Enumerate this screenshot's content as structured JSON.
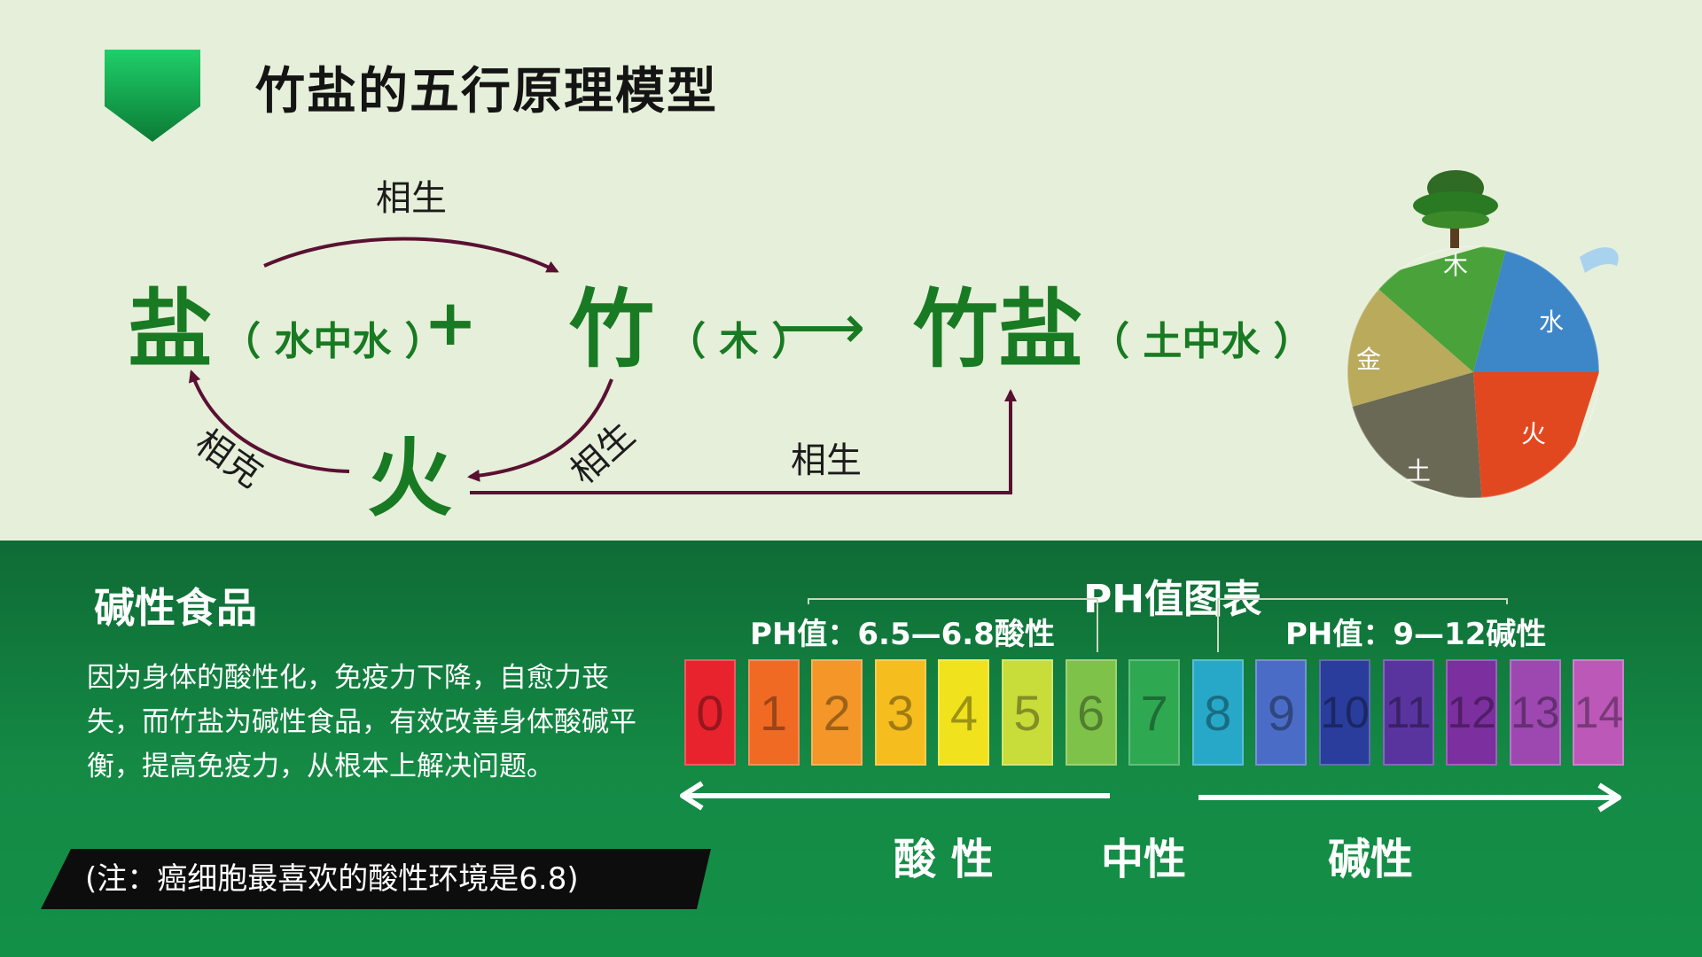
{
  "title": "竹盐的五行原理模型",
  "diagram": {
    "salt": "盐",
    "salt_note": "（ 水中水 ）",
    "plus": "+",
    "bamboo": "竹",
    "bamboo_note": "（ 木 ）",
    "arrow": "⟶",
    "bamboo_salt": "竹盐",
    "bamboo_salt_note": "（ 土中水 ）",
    "fire": "火",
    "label_top": "相生",
    "label_left": "相克",
    "label_right": "相生",
    "label_bottom": "相生",
    "globe_icon": "five-elements-globe",
    "globe_labels": [
      "木",
      "水",
      "金",
      "火",
      "土"
    ]
  },
  "alkaline_section": {
    "title": "碱性食品",
    "body": "因为身体的酸性化，免疫力下降，自愈力丧失，而竹盐为碱性食品，有效改善身体酸碱平衡，提高免疫力，从根本上解决问题。",
    "note": "(注：癌细胞最喜欢的酸性环境是6.8)"
  },
  "ph_chart": {
    "title": "PH值图表",
    "acid_label": "PH值：6.5—6.8酸性",
    "alkaline_label": "PH值：9—12碱性",
    "values": [
      "0",
      "1",
      "2",
      "3",
      "4",
      "5",
      "6",
      "7",
      "8",
      "9",
      "10",
      "11",
      "12",
      "13",
      "14"
    ],
    "colors": [
      "#e8232e",
      "#f06a24",
      "#f49628",
      "#f6bd1e",
      "#f0e21c",
      "#c8dc3a",
      "#7fc24a",
      "#2fa852",
      "#27a8c8",
      "#4b6cc6",
      "#2a3d9c",
      "#5a349e",
      "#7c2f9e",
      "#9c48b0",
      "#bb58b8"
    ],
    "acid_word": "酸 性",
    "neutral_word": "中性",
    "alkaline_word": "碱性"
  }
}
